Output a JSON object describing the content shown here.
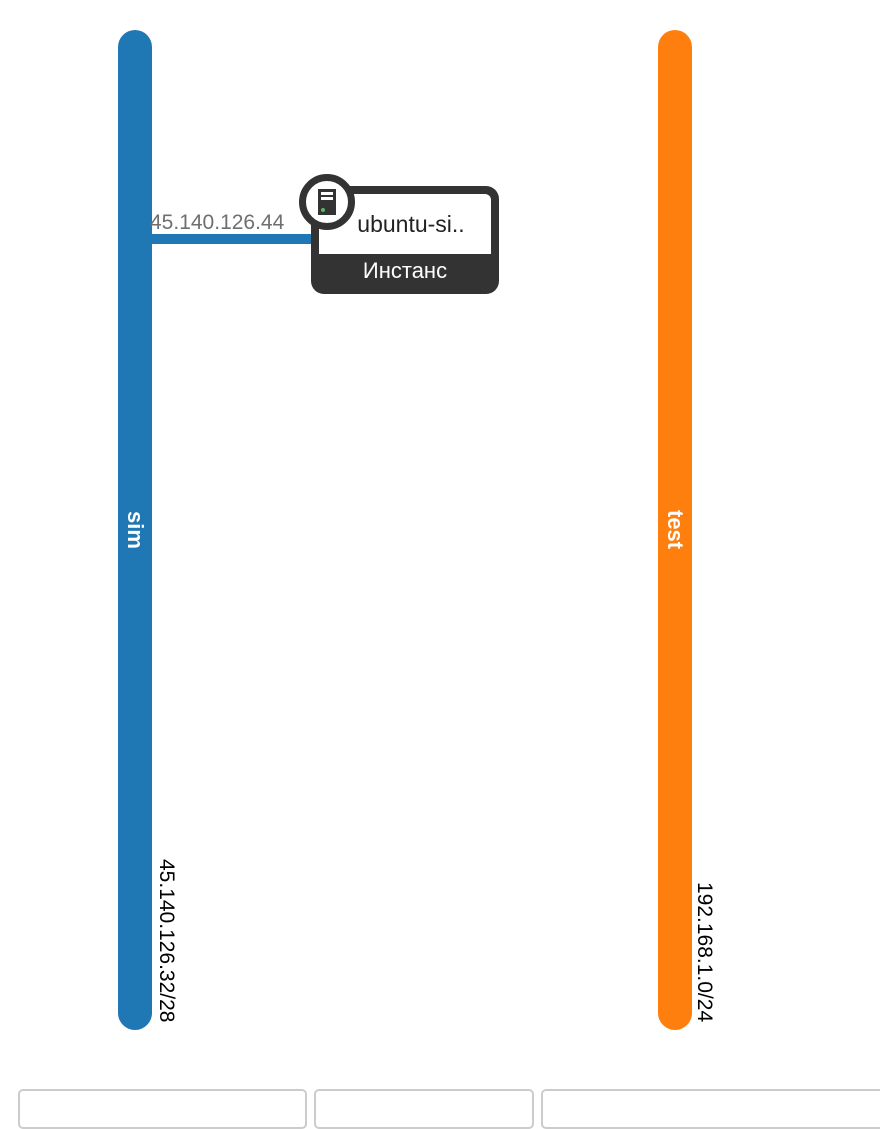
{
  "networks": [
    {
      "name": "sim",
      "cidr": "45.140.126.32/28",
      "color": "#1f77b4"
    },
    {
      "name": "test",
      "cidr": "192.168.1.0/24",
      "color": "#ff7f0e"
    }
  ],
  "instance": {
    "name": "ubuntu-si..",
    "type": "Инстанс",
    "icon": "server-icon",
    "port_ip": "45.140.126.44"
  }
}
